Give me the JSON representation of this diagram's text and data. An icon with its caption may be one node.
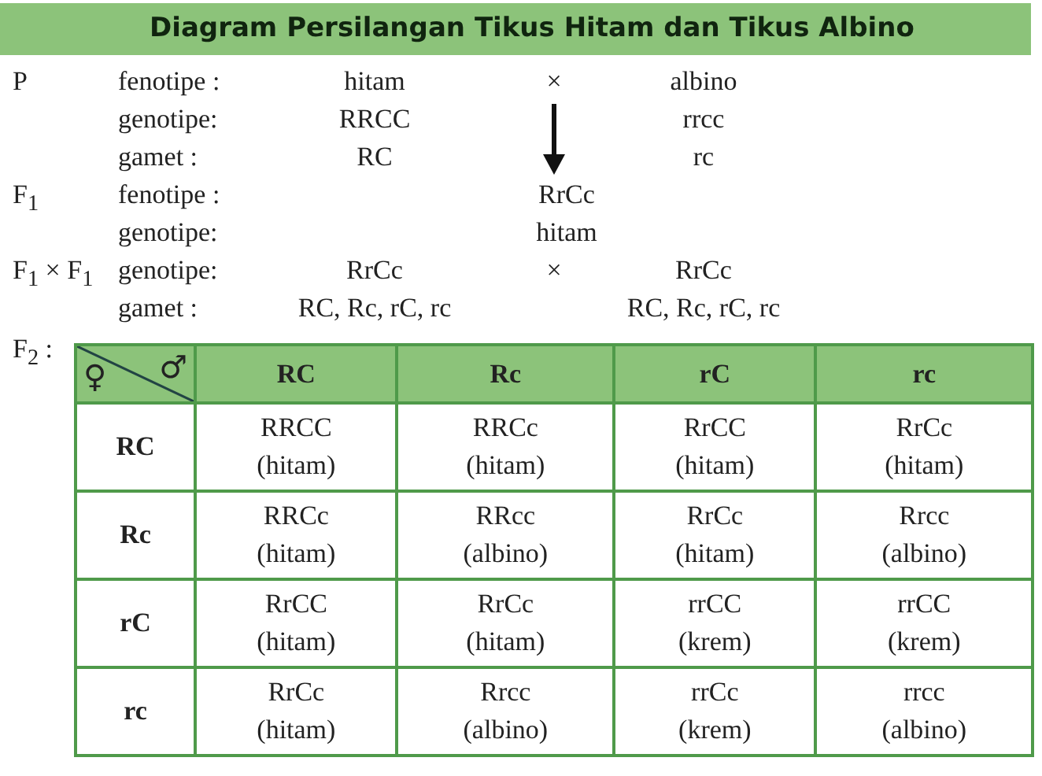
{
  "diagram": {
    "title": "Diagram Persilangan Tikus Hitam dan Tikus Albino",
    "labels": [
      "P",
      "fenotipe :",
      "hitam",
      "×",
      "albino",
      "genotipe:",
      "RRCC",
      "rrcc",
      "gamet :",
      "RC",
      "rc",
      "F$_{1}$",
      "fenotipe :",
      "RrCc",
      "genotipe:",
      "hitam",
      "F$_{1}$ × F$_{1}$",
      "genotipe:",
      "RrCc",
      "×",
      "RrCc",
      "gamet :",
      "RC, Rc, rC, rc",
      "RC, Rc, rC, rc",
      "F$_{2}$ :",
      "♀",
      "♂",
      "RC",
      "Rc",
      "rC",
      "rc",
      "RC",
      "RRCC (hitam)",
      "RRCc (hitam)",
      "RrCC (hitam)",
      "RrCc (hitam)",
      "Rc",
      "RRCc (hitam)",
      "RRcc (albino)",
      "RrCc (hitam)",
      "Rrcc (albino)",
      "rC",
      "RrCC (hitam)",
      "RrCc (hitam)",
      "rrCC (krem)",
      "rrCC (krem)",
      "rc",
      "RrCc (hitam)",
      "Rrcc (albino)",
      "rrCc (krem)",
      "rrcc (albino)"
    ]
  }
}
